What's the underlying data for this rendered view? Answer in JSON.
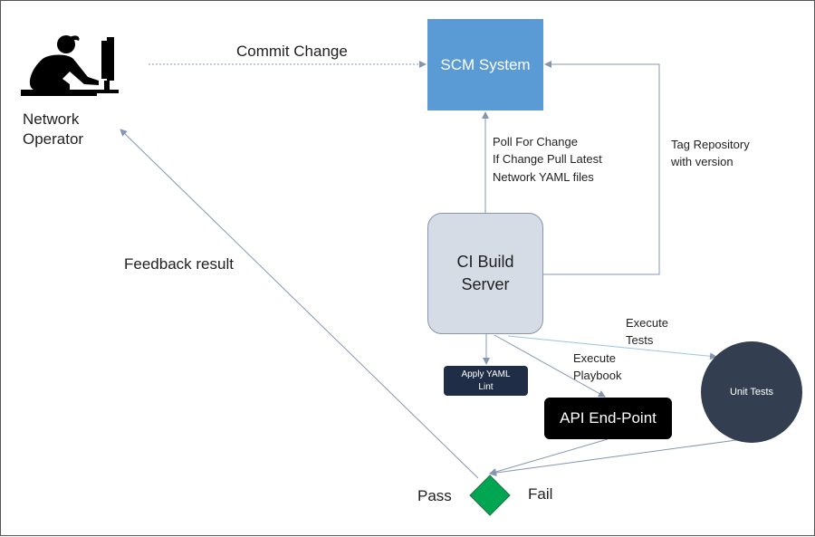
{
  "operator": {
    "icon": "person-at-computer-icon",
    "label": "Network Operator"
  },
  "nodes": {
    "scm": {
      "label": "SCM System",
      "color": "#5b9bd5"
    },
    "ci_server": {
      "label_line1": "CI Build",
      "label_line2": "Server",
      "color": "#d6dce5"
    },
    "yaml_lint": {
      "label_line1": "Apply YAML",
      "label_line2": "Lint",
      "color": "#1f2d46"
    },
    "api_endpoint": {
      "label": "API End-Point",
      "color": "#000000"
    },
    "unit_tests": {
      "label": "Unit Tests",
      "color": "#333f50"
    },
    "decision": {
      "color": "#00a651",
      "pass_label": "Pass",
      "fail_label": "Fail"
    }
  },
  "edges": {
    "commit": "Commit Change",
    "poll_line1": "Poll For Change",
    "poll_line2": "If Change Pull Latest",
    "poll_line3": "Network YAML files",
    "tag_line1": "Tag Repository",
    "tag_line2": "with version",
    "feedback": "Feedback result",
    "exec_tests_line1": "Execute",
    "exec_tests_line2": "Tests",
    "exec_playbook_line1": "Execute",
    "exec_playbook_line2": "Playbook"
  }
}
